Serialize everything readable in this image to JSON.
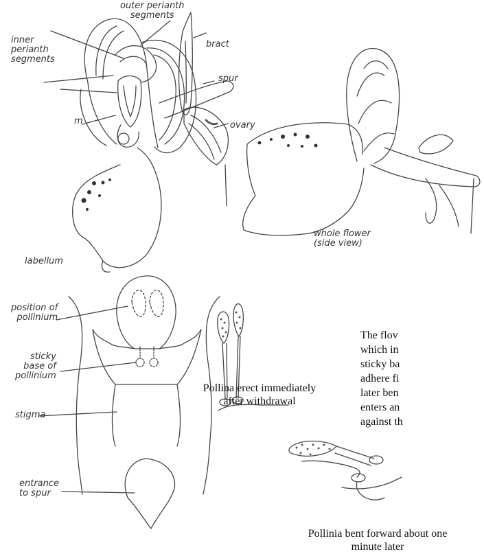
{
  "top_figure": {
    "labels": {
      "outer_perianth": "outer perianth\nsegments",
      "inner_perianth": "inner\nperianth\nsegments",
      "bract": "bract",
      "spur": "spur",
      "ovary": "ovary",
      "m": "m",
      "labellum": "labellum",
      "whole_flower": "whole flower\n(side view)"
    }
  },
  "column_figure": {
    "labels": {
      "position_of_pollinium": "position of\npollinium",
      "sticky_base": "sticky\nbase of\npollinium",
      "stigma": "stigma",
      "entrance_to_spur": "entrance\nto spur"
    }
  },
  "captions": {
    "pollina_erect": "Pollina erect immediately\nafter withdrawal",
    "pollinia_bent": "Pollinia bent forward about one\nminute later"
  },
  "paragraph_lines": [
    "The flov",
    "which in",
    "sticky ba",
    "adhere fi",
    "later ben",
    "enters an",
    "against th"
  ]
}
